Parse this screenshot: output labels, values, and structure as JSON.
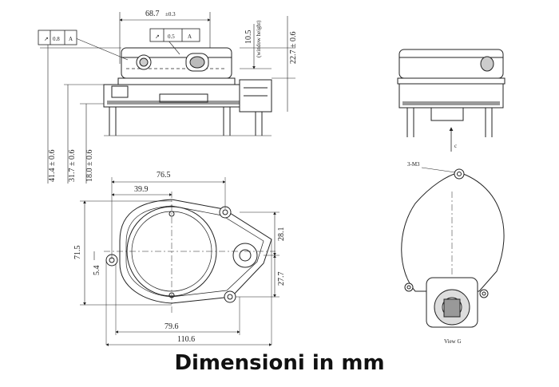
{
  "caption": "Dimensioni in mm",
  "top_view": {
    "width_label": "68.7",
    "width_tol": "±0.3",
    "window_offset": "10.5",
    "window_note": "(window height)",
    "height_top": "22.7 ± 0.6",
    "total_height": "41.4 ± 0.6",
    "mid_height": "31.7 ± 0.6",
    "base_height": "18.0 ± 0.6",
    "flatness_left": {
      "symbol": "↗",
      "value": "0.8",
      "ref": "A"
    },
    "flatness_right": {
      "symbol": "↗",
      "value": "0.5",
      "ref": "A"
    }
  },
  "plan_view": {
    "overall_top": "76.5",
    "center_top": "39.9",
    "height_left": "71.5",
    "offset_left": "5.4",
    "right_upper": "28.1",
    "right_lower": "27.7",
    "bottom_inner": "79.6",
    "bottom_outer": "110.6"
  },
  "side_view": {
    "arrow_label": "c",
    "hole_label": "3-M3",
    "view_label": "View G"
  }
}
